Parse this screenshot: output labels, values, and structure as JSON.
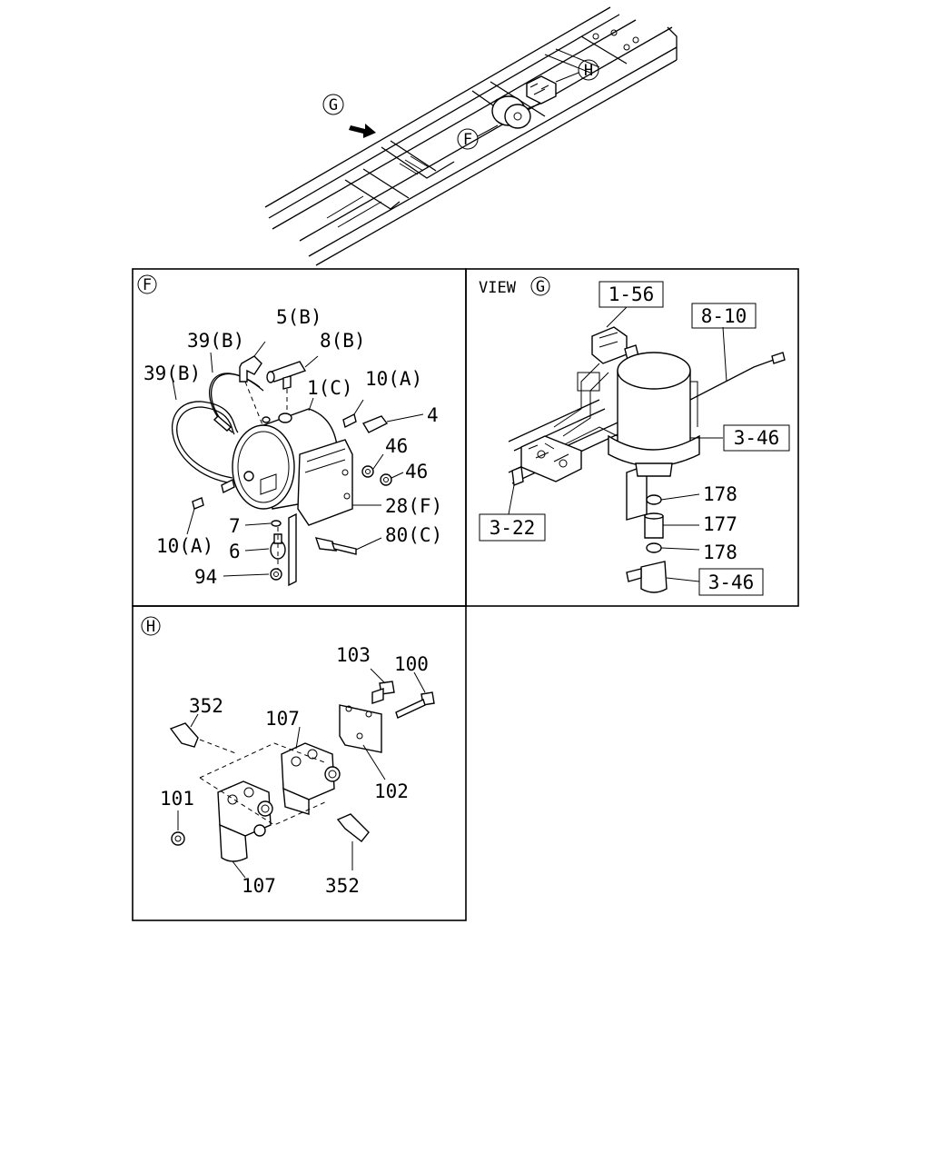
{
  "markers": {
    "F": "F",
    "G": "G",
    "H": "H"
  },
  "overview": {
    "callout_F": "F",
    "callout_G": "G",
    "callout_H": "H"
  },
  "panel_F": {
    "marker": "F",
    "labels": {
      "p5b": "5(B)",
      "p39b_1": "39(B)",
      "p8b": "8(B)",
      "p39b_2": "39(B)",
      "p1c": "1(C)",
      "p10a_1": "10(A)",
      "p4": "4",
      "p46_1": "46",
      "p46_2": "46",
      "p28f": "28(F)",
      "p7": "7",
      "p80c": "80(C)",
      "p6": "6",
      "p10a_2": "10(A)",
      "p94": "94"
    }
  },
  "panel_G": {
    "title": "VIEW",
    "marker": "G",
    "refs": {
      "r1_56": "1-56",
      "r8_10": "8-10",
      "r3_46_a": "3-46",
      "r3_22": "3-22",
      "r3_46_b": "3-46"
    },
    "labels": {
      "p178_a": "178",
      "p177": "177",
      "p178_b": "178"
    }
  },
  "panel_H": {
    "marker": "H",
    "labels": {
      "p103": "103",
      "p100": "100",
      "p352_a": "352",
      "p107_a": "107",
      "p101": "101",
      "p102": "102",
      "p107_b": "107",
      "p352_b": "352"
    }
  },
  "colors": {
    "line": "#000000",
    "background": "#ffffff"
  }
}
